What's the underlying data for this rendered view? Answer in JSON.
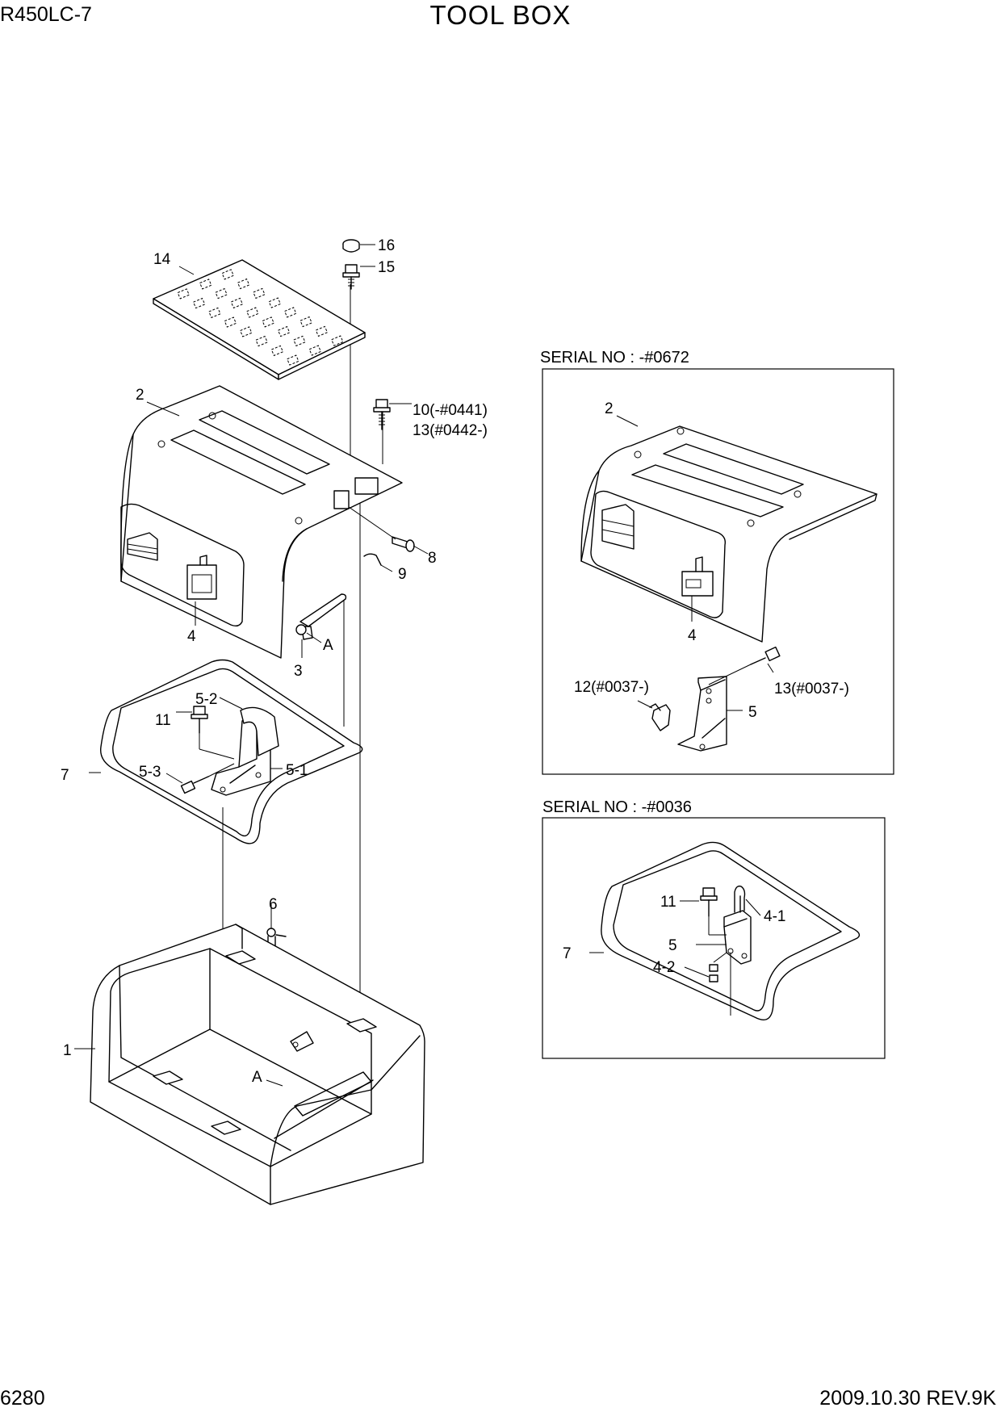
{
  "header": {
    "model": "R450LC-7",
    "title": "TOOL BOX"
  },
  "footer": {
    "page_number": "6280",
    "revision": "2009.10.30  REV.9K"
  },
  "main_callouts": {
    "c14": "14",
    "c16": "16",
    "c15": "15",
    "c2": "2",
    "c10": "10(-#0441)",
    "c13": "13(#0442-)",
    "c8": "8",
    "c9": "9",
    "c4": "4",
    "c3": "3",
    "cA_top": "A",
    "c52": "5-2",
    "c11": "11",
    "c51": "5-1",
    "c53": "5-3",
    "c7": "7",
    "c6": "6",
    "c1": "1",
    "cA_bottom": "A"
  },
  "inset_upper": {
    "heading": "SERIAL NO : -#0672",
    "callouts": {
      "c2": "2",
      "c4": "4",
      "c13": "13(#0037-)",
      "c12": "12(#0037-)",
      "c5": "5"
    }
  },
  "inset_lower": {
    "heading": "SERIAL NO : -#0036",
    "callouts": {
      "c11": "11",
      "c41": "4-1",
      "c5": "5",
      "c7": "7",
      "c42": "4-2"
    }
  }
}
